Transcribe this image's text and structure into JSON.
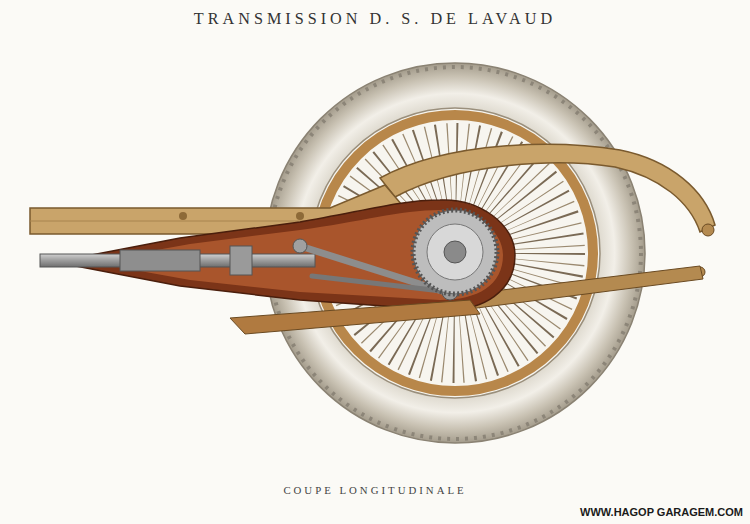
{
  "diagram": {
    "title": "TRANSMISSION D. S. DE LAVAUD",
    "caption": "COUPE LONGITUDINALE",
    "labels": [
      "WWW.HAGOP GARAGEM.COM"
    ]
  }
}
